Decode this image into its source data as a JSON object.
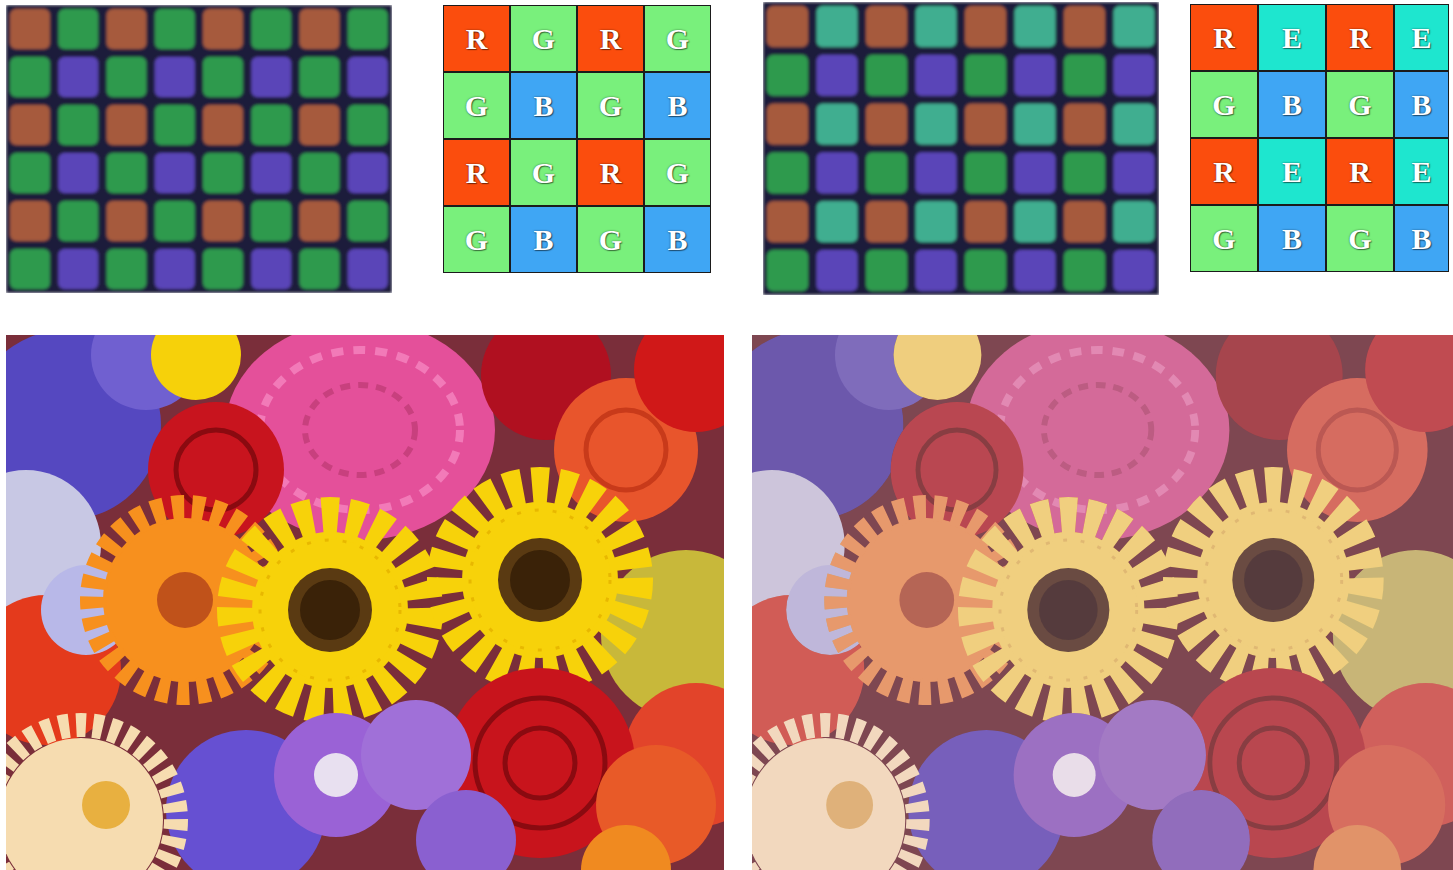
{
  "diagram": {
    "nodes": [
      {
        "text": [
          "R"
        ]
      },
      {
        "text": [
          "G"
        ]
      },
      {
        "text": [
          "R"
        ]
      },
      {
        "text": [
          "G"
        ]
      },
      {
        "text": [
          "G"
        ]
      },
      {
        "text": [
          "B"
        ]
      },
      {
        "text": [
          "G"
        ]
      },
      {
        "text": [
          "B"
        ]
      },
      {
        "text": [
          "R"
        ]
      },
      {
        "text": [
          "G"
        ]
      },
      {
        "text": [
          "R"
        ]
      },
      {
        "text": [
          "G"
        ]
      },
      {
        "text": [
          "G"
        ]
      },
      {
        "text": [
          "B"
        ]
      },
      {
        "text": [
          "G"
        ]
      },
      {
        "text": [
          "B"
        ]
      },
      {
        "text": [
          "R"
        ]
      },
      {
        "text": [
          "E"
        ]
      },
      {
        "text": [
          "R"
        ]
      },
      {
        "text": [
          "E"
        ]
      },
      {
        "text": [
          "G"
        ]
      },
      {
        "text": [
          "B"
        ]
      },
      {
        "text": [
          "G"
        ]
      },
      {
        "text": [
          "B"
        ]
      },
      {
        "text": [
          "R"
        ]
      },
      {
        "text": [
          "E"
        ]
      },
      {
        "text": [
          "R"
        ]
      },
      {
        "text": [
          "E"
        ]
      },
      {
        "text": [
          "G"
        ]
      },
      {
        "text": [
          "B"
        ]
      },
      {
        "text": [
          "G"
        ]
      },
      {
        "text": [
          "B"
        ]
      }
    ]
  }
}
